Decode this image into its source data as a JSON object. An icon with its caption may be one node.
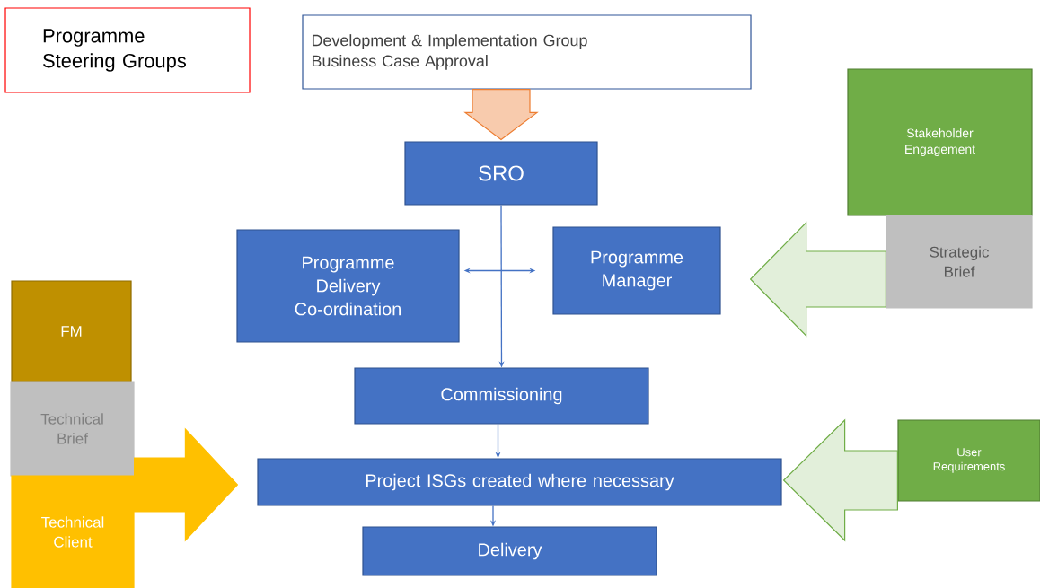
{
  "diagram": {
    "nodes": [
      {
        "text": [
          "Programme Steering Groups"
        ]
      },
      {
        "text": [
          "Development & Implementation Group",
          "Business Case Approval"
        ]
      },
      {
        "text": [
          "SRO"
        ]
      },
      {
        "text": [
          "Programme Delivery Co-ordination"
        ]
      },
      {
        "text": [
          "Programme Manager"
        ]
      },
      {
        "text": [
          "Stakeholder Engagement"
        ]
      },
      {
        "text": [
          "Strategic Brief"
        ]
      },
      {
        "text": [
          "Commissioning"
        ]
      },
      {
        "text": [
          "FM"
        ]
      },
      {
        "text": [
          "Technical Brief"
        ]
      },
      {
        "text": [
          "Technical Client"
        ]
      },
      {
        "text": [
          "Project ISGs created where necessary"
        ]
      },
      {
        "text": [
          "User Requirements"
        ]
      },
      {
        "text": [
          "Delivery"
        ]
      }
    ],
    "edges": [
      {
        "from": 1,
        "to": 2,
        "arrow": "to",
        "style": "thick",
        "color": "#f8cbad"
      },
      {
        "from": 2,
        "to": 7,
        "arrow": "to"
      },
      {
        "from": 3,
        "to": 4,
        "arrow": "both"
      },
      {
        "from": 6,
        "to": 4,
        "arrow": "to",
        "style": "thick",
        "color": "#e2efda"
      },
      {
        "from": 7,
        "to": 11,
        "arrow": "to"
      },
      {
        "from": 10,
        "to": 11,
        "arrow": "to",
        "style": "thick",
        "color": "#ffc000"
      },
      {
        "from": 12,
        "to": 11,
        "arrow": "to",
        "style": "thick",
        "color": "#e2efda"
      },
      {
        "from": 11,
        "to": 13,
        "arrow": "to"
      }
    ]
  }
}
